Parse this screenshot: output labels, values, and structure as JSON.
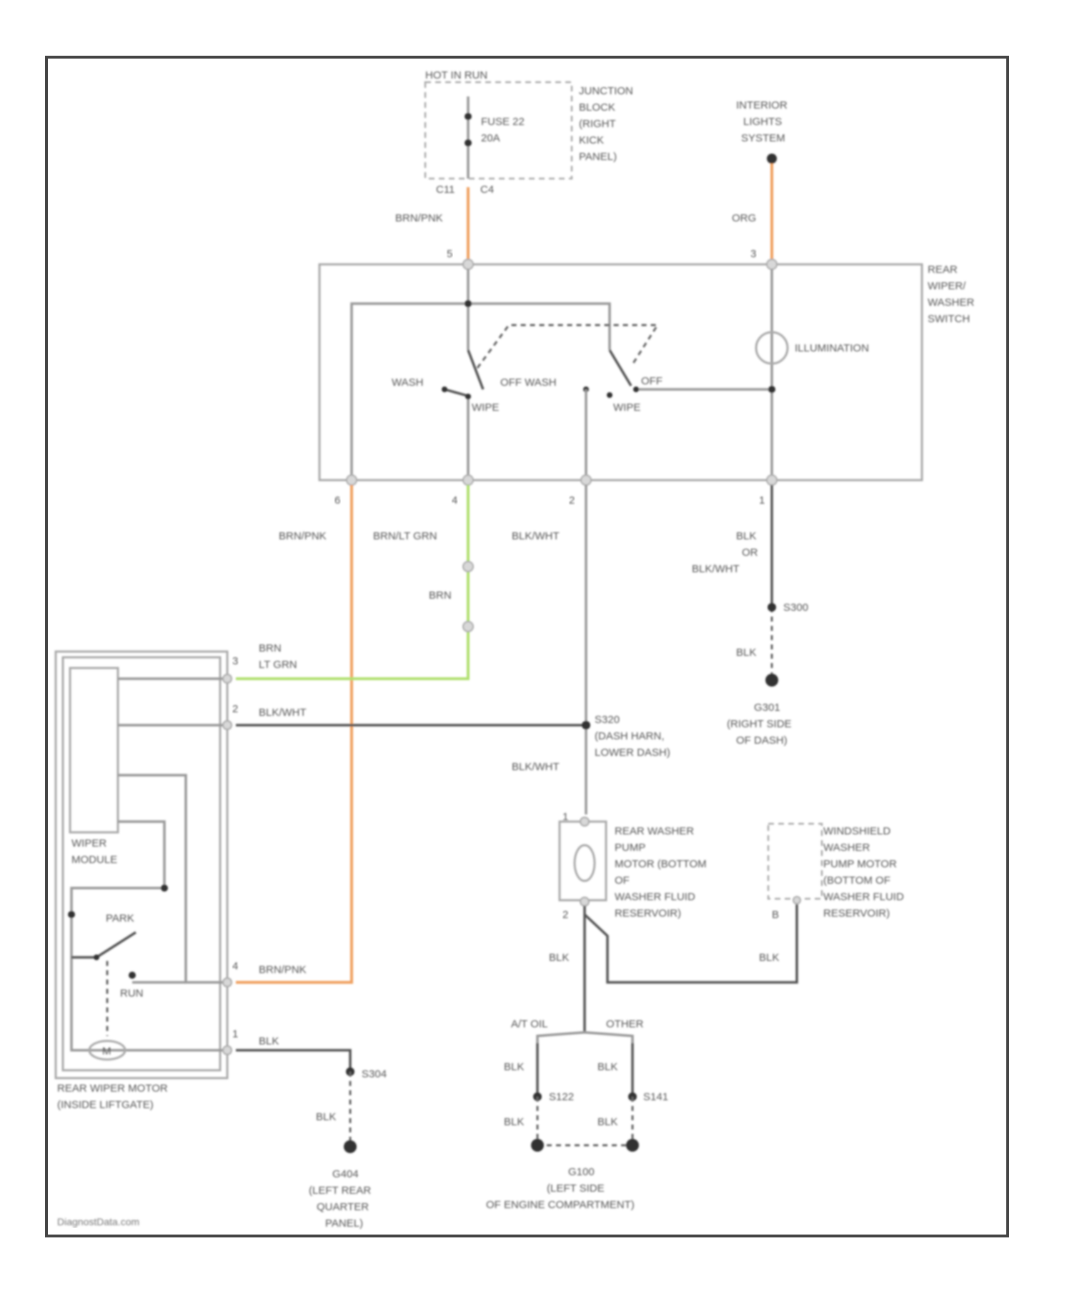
{
  "labels": {
    "hot_in_run": "HOT IN RUN",
    "fuse": [
      "FUSE 22",
      "20A"
    ],
    "junction_block": [
      "JUNCTION",
      "BLOCK",
      "(RIGHT",
      "KICK",
      "PANEL)"
    ],
    "connector_c": [
      "C11",
      "C4"
    ],
    "interior_lights": [
      "INTERIOR",
      "LIGHTS",
      "SYSTEM"
    ],
    "wire_brn_pnk_top": "BRN/PNK",
    "wire_org": "ORG",
    "pin_5": "5",
    "pin_3": "3",
    "rear_switch": [
      "REAR",
      "WIPER/",
      "WASHER",
      "SWITCH"
    ],
    "illumination": "ILLUMINATION",
    "wash_left": "WASH",
    "off_wash": "OFF WASH",
    "off_right": "OFF",
    "wipe_left": "WIPE",
    "wipe_right": "WIPE",
    "pin_6": "6",
    "pin_4": "4",
    "pin_2": "2",
    "pin_1": "1",
    "wire_brn_pnk_mid": "BRN/PNK",
    "wire_brn_lt_grn": "BRN/LT GRN",
    "wire_blk_wht_mid": "BLK/WHT",
    "wire_blk_or": [
      "BLK",
      "OR",
      "BLK/WHT"
    ],
    "wire_brn": "BRN",
    "s300": "S300",
    "wire_blk_right": "BLK",
    "g301": [
      "G301",
      "(RIGHT SIDE",
      "OF DASH)"
    ],
    "motor_pin_3": "3",
    "motor_pin_2": "2",
    "motor_pin_4": "4",
    "motor_pin_1": "1",
    "wire_brn_lt_grn_motor": [
      "BRN",
      "LT GRN"
    ],
    "wire_blk_wht_motor": "BLK/WHT",
    "s320": [
      "S320",
      "(DASH HARN,",
      "LOWER DASH)"
    ],
    "wire_blk_wht_lower": "BLK/WHT",
    "wiper_module": [
      "WIPER",
      "MODULE"
    ],
    "park": "PARK",
    "run": "RUN",
    "motor_symbol": "M",
    "wire_brn_pnk_motor": "BRN/PNK",
    "wire_blk_motor": "BLK",
    "rear_wiper_motor": [
      "REAR WIPER MOTOR",
      "(INSIDE LIFTGATE)"
    ],
    "s304": "S304",
    "wire_blk_s304": "BLK",
    "g404": [
      "G404",
      "(LEFT REAR",
      "QUARTER",
      "PANEL)"
    ],
    "pump_pin_1": "1",
    "pump_pin_2": "2",
    "pump_pin_b": "B",
    "rear_pump": [
      "REAR WASHER",
      "PUMP",
      "MOTOR (BOTTOM",
      "OF",
      "WASHER FLUID",
      "RESERVOIR)"
    ],
    "windshield_pump": [
      "WINDSHIELD",
      "WASHER",
      "PUMP MOTOR",
      "(BOTTOM OF",
      "WASHER FLUID",
      "RESERVOIR)"
    ],
    "wire_blk_pump": "BLK",
    "wire_blk_ws": "BLK",
    "at_oil": "A/T OIL",
    "other": "OTHER",
    "wire_blk_g_left_top": "BLK",
    "wire_blk_g_right_top": "BLK",
    "s122": "S122",
    "s141": "S141",
    "wire_blk_g_left_bot": "BLK",
    "wire_blk_g_right_bot": "BLK",
    "g100": [
      "G100",
      "(LEFT SIDE",
      "OF ENGINE COMPARTMENT)"
    ],
    "watermark": "DiagnostData.com"
  },
  "colors": {
    "wire_orange": "#f0a060",
    "wire_green": "#b0e070",
    "wire_gray": "#999999",
    "wire_dark": "#555555",
    "frame": "#444444"
  }
}
